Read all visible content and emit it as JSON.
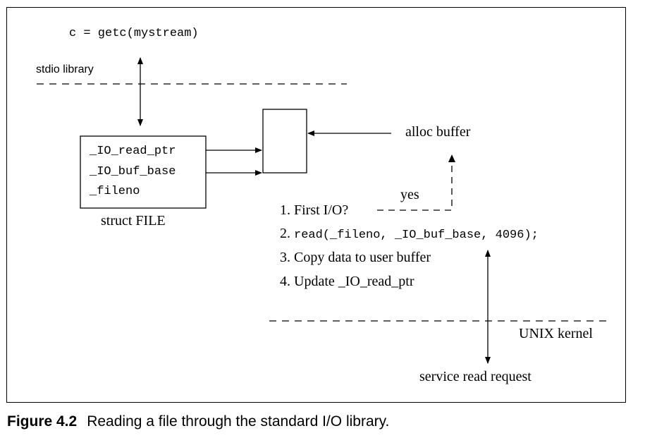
{
  "diagram": {
    "call_code": "c = getc(mystream)",
    "stdio_label": "stdio library",
    "file_struct": {
      "fields": [
        "_IO_read_ptr",
        "_IO_buf_base",
        "_fileno"
      ],
      "label": "struct FILE"
    },
    "alloc_label": "alloc buffer",
    "yes_label": "yes",
    "steps": {
      "s1": "1. First I/O?",
      "s2_num": "2.",
      "s2_code": "read(_fileno, _IO_buf_base, 4096);",
      "s3": "3. Copy data to user buffer",
      "s4": "4. Update _IO_read_ptr"
    },
    "kernel_label": "UNIX kernel",
    "service_label": "service read request"
  },
  "caption": {
    "figure_number": "Figure 4.2",
    "text": "Reading a file through the standard I/O library."
  }
}
